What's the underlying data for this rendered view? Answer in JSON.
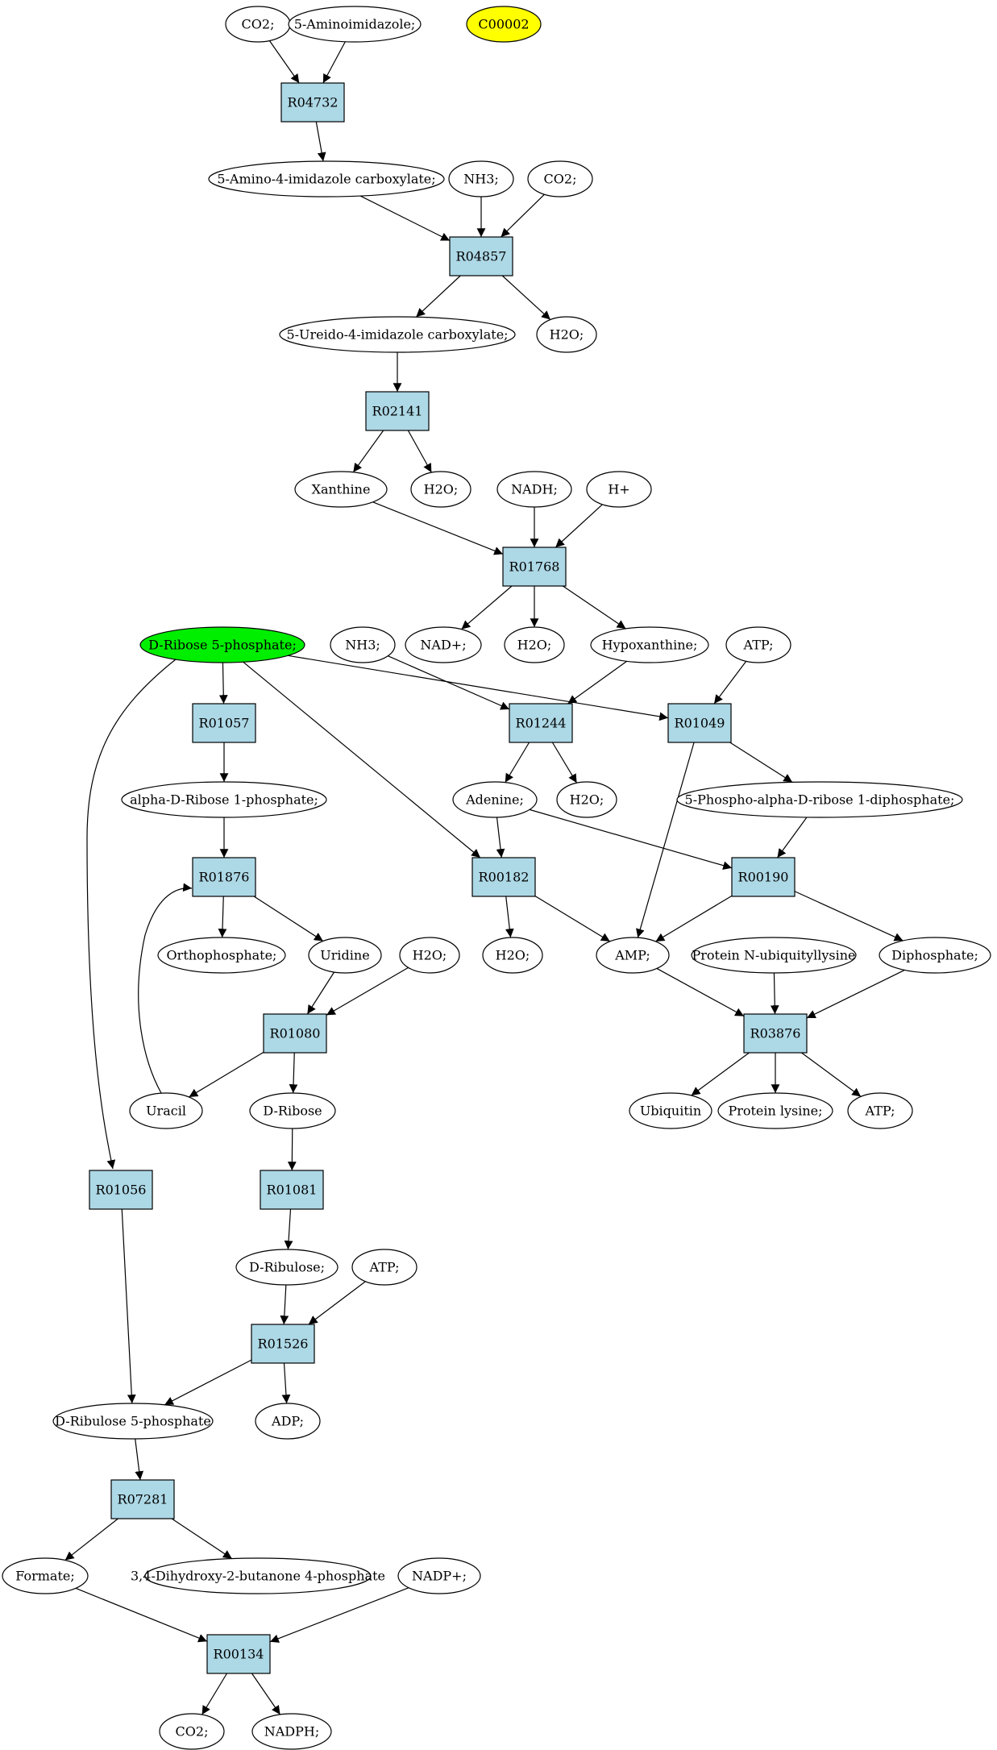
{
  "colors": {
    "reaction_fill": "#add8e6",
    "compound_fill": "#ffffff",
    "query_compound_fill": "#ffff00",
    "source_compound_fill": "#00ee00",
    "stroke": "#000000"
  },
  "nodes": [
    {
      "id": "co2_a",
      "label": "CO2;",
      "kind": "compound"
    },
    {
      "id": "aminoimidazole",
      "label": "5-Aminoimidazole;",
      "kind": "compound"
    },
    {
      "id": "c00002",
      "label": "C00002",
      "kind": "query"
    },
    {
      "id": "r04732",
      "label": "R04732",
      "kind": "reaction"
    },
    {
      "id": "aica",
      "label": "5-Amino-4-imidazole carboxylate;",
      "kind": "compound"
    },
    {
      "id": "nh3_a",
      "label": "NH3;",
      "kind": "compound"
    },
    {
      "id": "co2_b",
      "label": "CO2;",
      "kind": "compound"
    },
    {
      "id": "r04857",
      "label": "R04857",
      "kind": "reaction"
    },
    {
      "id": "ureido",
      "label": "5-Ureido-4-imidazole carboxylate;",
      "kind": "compound"
    },
    {
      "id": "h2o_a",
      "label": "H2O;",
      "kind": "compound"
    },
    {
      "id": "r02141",
      "label": "R02141",
      "kind": "reaction"
    },
    {
      "id": "xanthine",
      "label": "Xanthine",
      "kind": "compound"
    },
    {
      "id": "h2o_b",
      "label": "H2O;",
      "kind": "compound"
    },
    {
      "id": "nadh",
      "label": "NADH;",
      "kind": "compound"
    },
    {
      "id": "hplus",
      "label": "H+",
      "kind": "compound"
    },
    {
      "id": "r01768",
      "label": "R01768",
      "kind": "reaction"
    },
    {
      "id": "ribose5p",
      "label": "D-Ribose 5-phosphate;",
      "kind": "source"
    },
    {
      "id": "nh3_b",
      "label": "NH3;",
      "kind": "compound"
    },
    {
      "id": "nadplus",
      "label": "NAD+;",
      "kind": "compound"
    },
    {
      "id": "h2o_c",
      "label": "H2O;",
      "kind": "compound"
    },
    {
      "id": "hypoxanthine",
      "label": "Hypoxanthine;",
      "kind": "compound"
    },
    {
      "id": "atp_a",
      "label": "ATP;",
      "kind": "compound"
    },
    {
      "id": "r01057",
      "label": "R01057",
      "kind": "reaction"
    },
    {
      "id": "r01244",
      "label": "R01244",
      "kind": "reaction"
    },
    {
      "id": "r01049",
      "label": "R01049",
      "kind": "reaction"
    },
    {
      "id": "alpharibose1p",
      "label": "alpha-D-Ribose 1-phosphate;",
      "kind": "compound"
    },
    {
      "id": "adenine",
      "label": "Adenine;",
      "kind": "compound"
    },
    {
      "id": "h2o_d",
      "label": "H2O;",
      "kind": "compound"
    },
    {
      "id": "prpp",
      "label": "5-Phospho-alpha-D-ribose 1-diphosphate;",
      "kind": "compound"
    },
    {
      "id": "r01876",
      "label": "R01876",
      "kind": "reaction"
    },
    {
      "id": "r00182",
      "label": "R00182",
      "kind": "reaction"
    },
    {
      "id": "r00190",
      "label": "R00190",
      "kind": "reaction"
    },
    {
      "id": "orthophosphate",
      "label": "Orthophosphate;",
      "kind": "compound"
    },
    {
      "id": "uridine",
      "label": "Uridine",
      "kind": "compound"
    },
    {
      "id": "h2o_e",
      "label": "H2O;",
      "kind": "compound"
    },
    {
      "id": "h2o_f",
      "label": "H2O;",
      "kind": "compound"
    },
    {
      "id": "amp",
      "label": "AMP;",
      "kind": "compound"
    },
    {
      "id": "protnubq",
      "label": "Protein N-ubiquityllysine",
      "kind": "compound"
    },
    {
      "id": "diphosphate",
      "label": "Diphosphate;",
      "kind": "compound"
    },
    {
      "id": "r01080",
      "label": "R01080",
      "kind": "reaction"
    },
    {
      "id": "r03876",
      "label": "R03876",
      "kind": "reaction"
    },
    {
      "id": "uracil",
      "label": "Uracil",
      "kind": "compound"
    },
    {
      "id": "dribose",
      "label": "D-Ribose",
      "kind": "compound"
    },
    {
      "id": "ubiquitin",
      "label": "Ubiquitin",
      "kind": "compound"
    },
    {
      "id": "protlys",
      "label": "Protein lysine;",
      "kind": "compound"
    },
    {
      "id": "atp_b",
      "label": "ATP;",
      "kind": "compound"
    },
    {
      "id": "r01056",
      "label": "R01056",
      "kind": "reaction"
    },
    {
      "id": "r01081",
      "label": "R01081",
      "kind": "reaction"
    },
    {
      "id": "dribulose",
      "label": "D-Ribulose;",
      "kind": "compound"
    },
    {
      "id": "atp_c",
      "label": "ATP;",
      "kind": "compound"
    },
    {
      "id": "r01526",
      "label": "R01526",
      "kind": "reaction"
    },
    {
      "id": "ribulose5p",
      "label": "D-Ribulose 5-phosphate",
      "kind": "compound"
    },
    {
      "id": "adp",
      "label": "ADP;",
      "kind": "compound"
    },
    {
      "id": "r07281",
      "label": "R07281",
      "kind": "reaction"
    },
    {
      "id": "formate",
      "label": "Formate;",
      "kind": "compound"
    },
    {
      "id": "dhbp",
      "label": "3,4-Dihydroxy-2-butanone 4-phosphate",
      "kind": "compound"
    },
    {
      "id": "nadpplus",
      "label": "NADP+;",
      "kind": "compound"
    },
    {
      "id": "r00134",
      "label": "R00134",
      "kind": "reaction"
    },
    {
      "id": "co2_c",
      "label": "CO2;",
      "kind": "compound"
    },
    {
      "id": "nadph",
      "label": "NADPH;",
      "kind": "compound"
    }
  ],
  "edges": [
    [
      "co2_a",
      "r04732"
    ],
    [
      "aminoimidazole",
      "r04732"
    ],
    [
      "r04732",
      "aica"
    ],
    [
      "aica",
      "r04857"
    ],
    [
      "nh3_a",
      "r04857"
    ],
    [
      "co2_b",
      "r04857"
    ],
    [
      "r04857",
      "ureido"
    ],
    [
      "r04857",
      "h2o_a"
    ],
    [
      "ureido",
      "r02141"
    ],
    [
      "r02141",
      "xanthine"
    ],
    [
      "r02141",
      "h2o_b"
    ],
    [
      "xanthine",
      "r01768"
    ],
    [
      "nadh",
      "r01768"
    ],
    [
      "hplus",
      "r01768"
    ],
    [
      "r01768",
      "nadplus"
    ],
    [
      "r01768",
      "h2o_c"
    ],
    [
      "r01768",
      "hypoxanthine"
    ],
    [
      "ribose5p",
      "r01057"
    ],
    [
      "ribose5p",
      "r01049"
    ],
    [
      "ribose5p",
      "r00182"
    ],
    [
      "ribose5p",
      "r01056"
    ],
    [
      "nh3_b",
      "r01244"
    ],
    [
      "hypoxanthine",
      "r01244"
    ],
    [
      "atp_a",
      "r01049"
    ],
    [
      "r01057",
      "alpharibose1p"
    ],
    [
      "r01244",
      "adenine"
    ],
    [
      "r01244",
      "h2o_d"
    ],
    [
      "r01049",
      "prpp"
    ],
    [
      "r01049",
      "amp"
    ],
    [
      "alpharibose1p",
      "r01876"
    ],
    [
      "adenine",
      "r00182"
    ],
    [
      "adenine",
      "r00190"
    ],
    [
      "prpp",
      "r00190"
    ],
    [
      "r01876",
      "orthophosphate"
    ],
    [
      "r01876",
      "uridine"
    ],
    [
      "r00182",
      "h2o_f"
    ],
    [
      "r00182",
      "amp"
    ],
    [
      "r00190",
      "amp"
    ],
    [
      "r00190",
      "diphosphate"
    ],
    [
      "uridine",
      "r01080"
    ],
    [
      "h2o_e",
      "r01080"
    ],
    [
      "amp",
      "r03876"
    ],
    [
      "protnubq",
      "r03876"
    ],
    [
      "diphosphate",
      "r03876"
    ],
    [
      "r01080",
      "uracil"
    ],
    [
      "r01080",
      "dribose"
    ],
    [
      "uracil",
      "r01876"
    ],
    [
      "r03876",
      "ubiquitin"
    ],
    [
      "r03876",
      "protlys"
    ],
    [
      "r03876",
      "atp_b"
    ],
    [
      "dribose",
      "r01081"
    ],
    [
      "r01081",
      "dribulose"
    ],
    [
      "dribulose",
      "r01526"
    ],
    [
      "atp_c",
      "r01526"
    ],
    [
      "r01526",
      "ribulose5p"
    ],
    [
      "r01526",
      "adp"
    ],
    [
      "r01056",
      "ribulose5p"
    ],
    [
      "ribulose5p",
      "r07281"
    ],
    [
      "r07281",
      "formate"
    ],
    [
      "r07281",
      "dhbp"
    ],
    [
      "formate",
      "r00134"
    ],
    [
      "nadpplus",
      "r00134"
    ],
    [
      "r00134",
      "co2_c"
    ],
    [
      "r00134",
      "nadph"
    ]
  ]
}
